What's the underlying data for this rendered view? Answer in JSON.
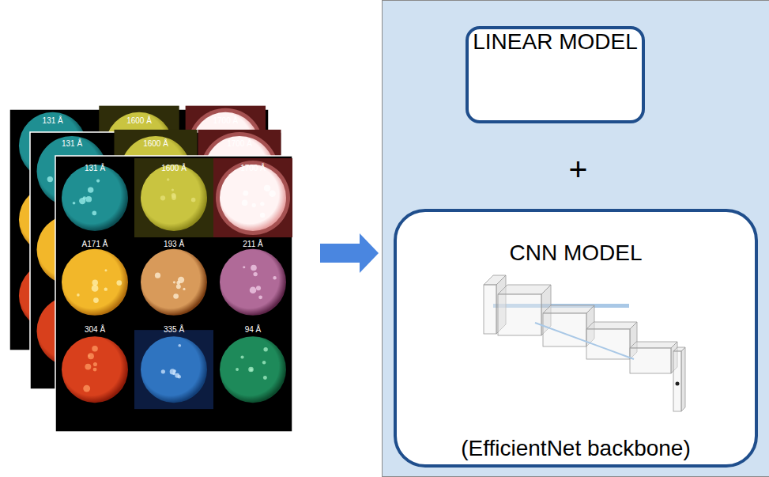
{
  "diagram": {
    "nodes": [
      {
        "text": [
          "+"
        ]
      },
      {
        "text": [
          "LINEAR MODEL"
        ],
        "in": 0
      },
      {
        "text": [
          "CNN MODEL",
          "(EfficientNet backbone)"
        ],
        "in": 0
      }
    ],
    "labels": [
      "131 Å",
      "1600 Å",
      "1700 Å",
      "131 Å",
      "1600 Å",
      "1700 Å",
      "131 Å",
      "1600 Å",
      "1700 Å",
      "A171 Å",
      "193 Å",
      "211 Å",
      "304 Å",
      "335 Å",
      "94 Å"
    ]
  }
}
